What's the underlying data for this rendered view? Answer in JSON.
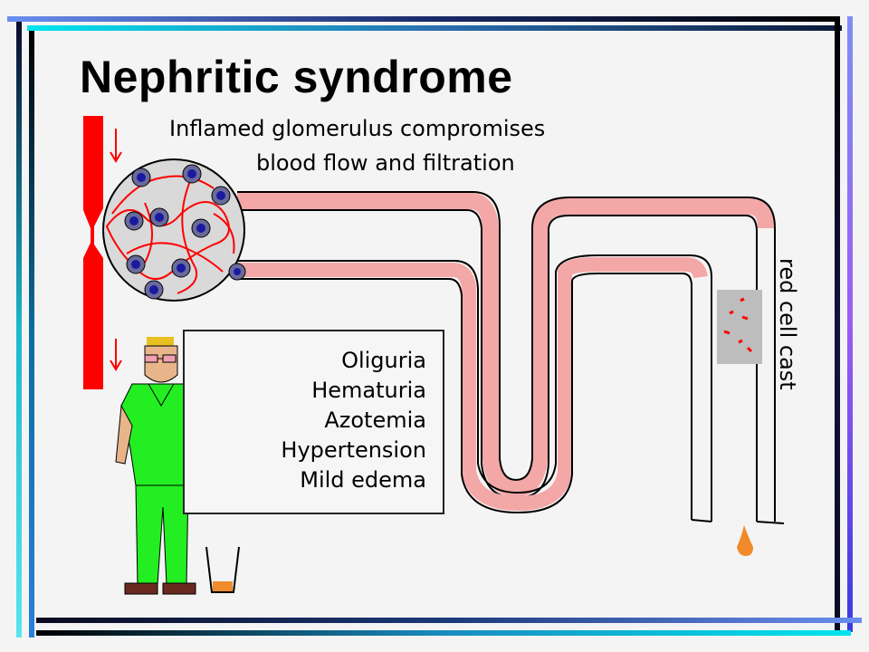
{
  "title": "Nephritic syndrome",
  "caption": {
    "line1": "Inflamed glomerulus compromises",
    "line2": "blood flow and filtration"
  },
  "symptoms": [
    "Oliguria",
    "Hematuria",
    "Azotemia",
    "Hypertension",
    "Mild edema"
  ],
  "cast_label": "red cell cast",
  "colors": {
    "vessel": "#ff0000",
    "tubule_wall": "#f4a7a7",
    "glomerulus_fill": "#d9d9d9",
    "shirt": "#22ee22",
    "kidney": "#f08a2a",
    "cast_box": "#bdbdbd",
    "frame_cyan": "#00e5ee",
    "frame_blue": "#5f7fe8",
    "frame_purple": "#9b5cf5"
  }
}
